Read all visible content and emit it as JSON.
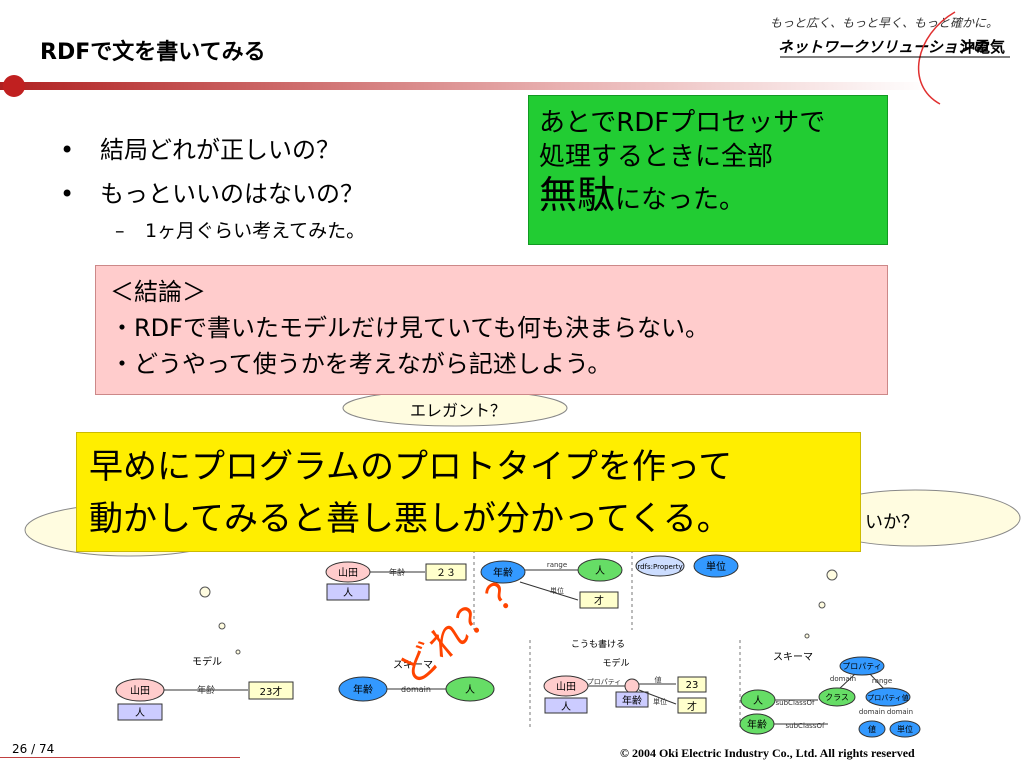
{
  "slide": {
    "title": "RDFで文を書いてみる",
    "logo_tagline": "もっと広く、もっと早く、もっと確かに。",
    "logo_name": "ネットワークソリューションの",
    "logo_company": "沖電気",
    "bullets": [
      "結局どれが正しいの？",
      "もっといいのはないの？"
    ],
    "sub_bullet": "1ヶ月ぐらい考えてみた。",
    "bullet_mark": "•",
    "sub_mark": "–"
  },
  "green_box": {
    "line1": "あとでRDFプロセッサで",
    "line2": "処理するときに全部",
    "line3_big": "無駄",
    "line3_rest": "になった。"
  },
  "pink_box": {
    "line1": "＜結論＞",
    "line2": "・RDFで書いたモデルだけ見ていても何も決まらない。",
    "line3": "・どうやって使うかを考えながら記述しよう。"
  },
  "yellow_box": {
    "line1": "早めにプログラムのプロトタイプを作って",
    "line2": "動かしてみると善し悪しが分かってくる。"
  },
  "clouds": {
    "elegant": "エレガント？",
    "right_partial": "いか？"
  },
  "diagram": {
    "upper": {
      "yamada": "山田",
      "nenrei_arrow": "年齢",
      "value": "２３",
      "hito": "人",
      "nenrei_node": "年齢",
      "range": "range",
      "hito_node": "人",
      "tani_edge": "単位",
      "sai": "才",
      "rdfs_property": "rdfs:Property",
      "tani_node": "単位"
    },
    "left": {
      "model_label": "モデル",
      "yamada": "山田",
      "nenrei": "年齢",
      "value": "23才",
      "hito": "人"
    },
    "middle": {
      "schema_label": "スキーマ",
      "nenrei": "年齢",
      "domain": "domain",
      "hito": "人"
    },
    "right": {
      "alt_label": "こうも書ける",
      "model_label": "モデル",
      "yamada": "山田",
      "property": "プロパティ",
      "atai": "値",
      "value": "23",
      "hito": "人",
      "nenrei": "年齢",
      "tani": "単位",
      "sai": "才"
    },
    "far_right": {
      "schema_label": "スキーマ",
      "property": "プロパティ",
      "domain": "domain",
      "range": "range",
      "hito": "人",
      "subclass1": "subClassOf",
      "class": "クラス",
      "property_value": "プロパティ値",
      "nenrei": "年齢",
      "subclass2": "subClassOf",
      "domain2": "domain",
      "domain3": "domain",
      "atai": "値",
      "tani": "単位"
    },
    "dore": "どれ？？"
  },
  "footer": {
    "page": "26 / 74",
    "copyright": "© 2004 Oki Electric Industry Co., Ltd. All rights reserved"
  },
  "colors": {
    "green": "#22cc33",
    "pink": "#ffcccc",
    "yellow": "#ffee00",
    "accent_red": "#cc2222",
    "dore_orange": "#ff4400",
    "node_blue": "#3399ff",
    "node_pink": "#ffcccc",
    "box_lavender": "#ccccff",
    "box_yellow": "#ffffcc"
  }
}
